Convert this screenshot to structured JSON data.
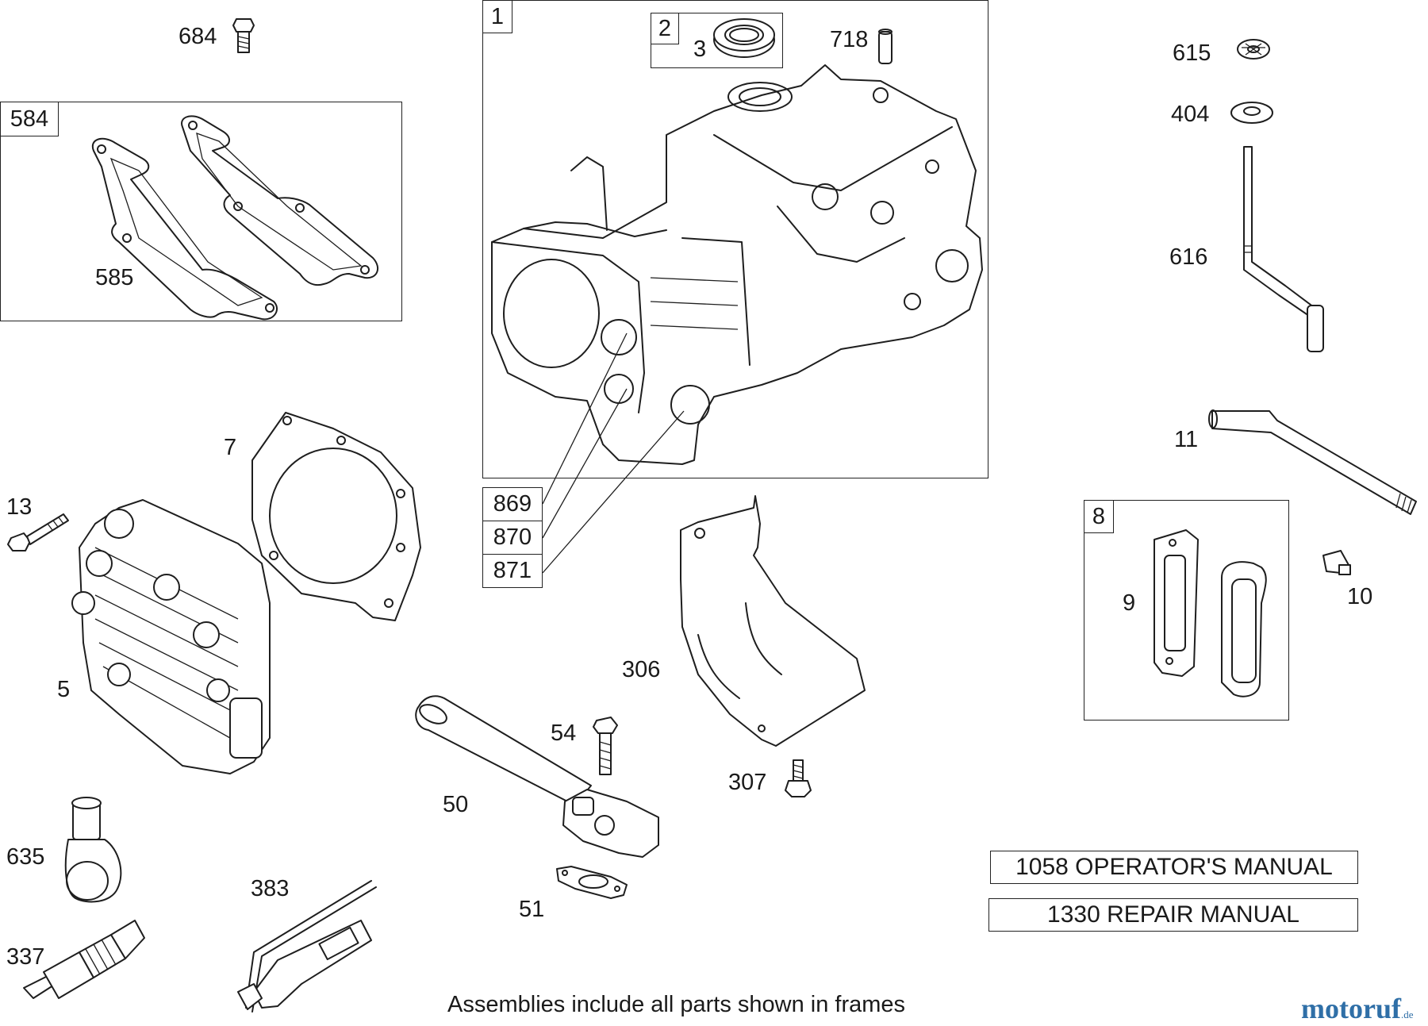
{
  "callouts": {
    "c684": "684",
    "c584": "584",
    "c585": "585",
    "c1": "1",
    "c2": "2",
    "c3": "3",
    "c718": "718",
    "c615": "615",
    "c404": "404",
    "c616": "616",
    "c7": "7",
    "c13": "13",
    "c5": "5",
    "c869": "869",
    "c870": "870",
    "c871": "871",
    "c11": "11",
    "c8": "8",
    "c9": "9",
    "c10": "10",
    "c306": "306",
    "c54": "54",
    "c307": "307",
    "c50": "50",
    "c51": "51",
    "c635": "635",
    "c383": "383",
    "c337": "337"
  },
  "manuals": {
    "operator": "1058 OPERATOR'S MANUAL",
    "repair": "1330 REPAIR MANUAL"
  },
  "caption": "Assemblies include all parts shown in frames",
  "logo": {
    "text": "motoruf",
    "suffix": ".de",
    "color": "#2f6fa7"
  }
}
